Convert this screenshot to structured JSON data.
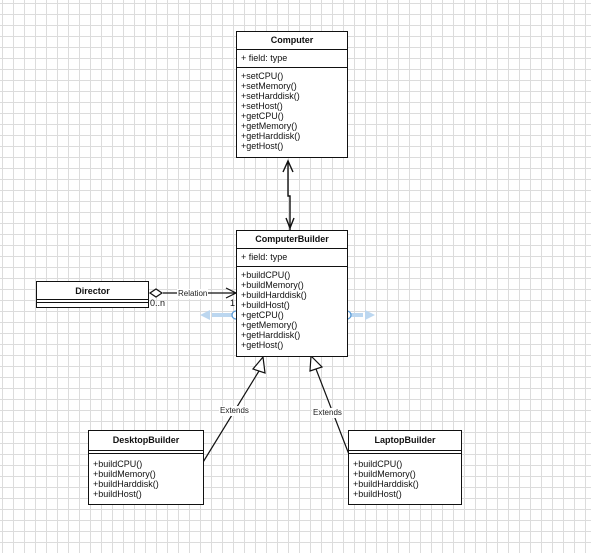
{
  "classes": {
    "computer": {
      "name": "Computer",
      "field": "+ field: type",
      "methods": [
        "+setCPU()",
        "+setMemory()",
        "+setHarddisk()",
        "+setHost()",
        "+getCPU()",
        "+getMemory()",
        "+getHarddisk()",
        "+getHost()"
      ]
    },
    "computer_builder": {
      "name": "ComputerBuilder",
      "field": "+ field: type",
      "methods": [
        "+buildCPU()",
        "+buildMemory()",
        "+buildHarddisk()",
        "+buildHost()",
        "+getCPU()",
        "+getMemory()",
        "+getHarddisk()",
        "+getHost()"
      ]
    },
    "director": {
      "name": "Director"
    },
    "desktop_builder": {
      "name": "DesktopBuilder",
      "methods": [
        "+buildCPU()",
        "+buildMemory()",
        "+buildHarddisk()",
        "+buildHost()"
      ]
    },
    "laptop_builder": {
      "name": "LaptopBuilder",
      "methods": [
        "+buildCPU()",
        "+buildMemory()",
        "+buildHarddisk()",
        "+buildHost()"
      ]
    }
  },
  "relations": {
    "relation_label": "Relation",
    "multiplicity_director": "0..n",
    "multiplicity_builder": "1",
    "extends_left": "Extends",
    "extends_right": "Extends"
  },
  "colors": {
    "line": "#111111",
    "grid": "#dcdcdc",
    "selection": "#5b9bd5"
  }
}
